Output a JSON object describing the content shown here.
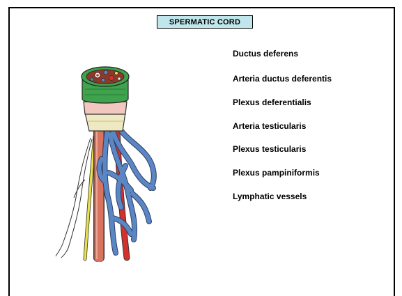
{
  "title": "SPERMATIC CORD",
  "labels": [
    "Ductus deferens",
    "Arteria ductus deferentis",
    "Plexus deferentialis",
    "Arteria testicularis",
    "Plexus testicularis",
    "Plexus pampiniformis",
    "Lymphatic vessels"
  ],
  "colors": {
    "title_background": "#bfe6ea",
    "frame": "#000000",
    "fascia_green": "#3fa34d",
    "vein_blue": "#5b86c4",
    "artery_red": "#d2322d",
    "ductus_salmon": "#d9735f",
    "nerve_yellow": "#e8e04a",
    "cremaster_cream": "#efe9c2"
  }
}
